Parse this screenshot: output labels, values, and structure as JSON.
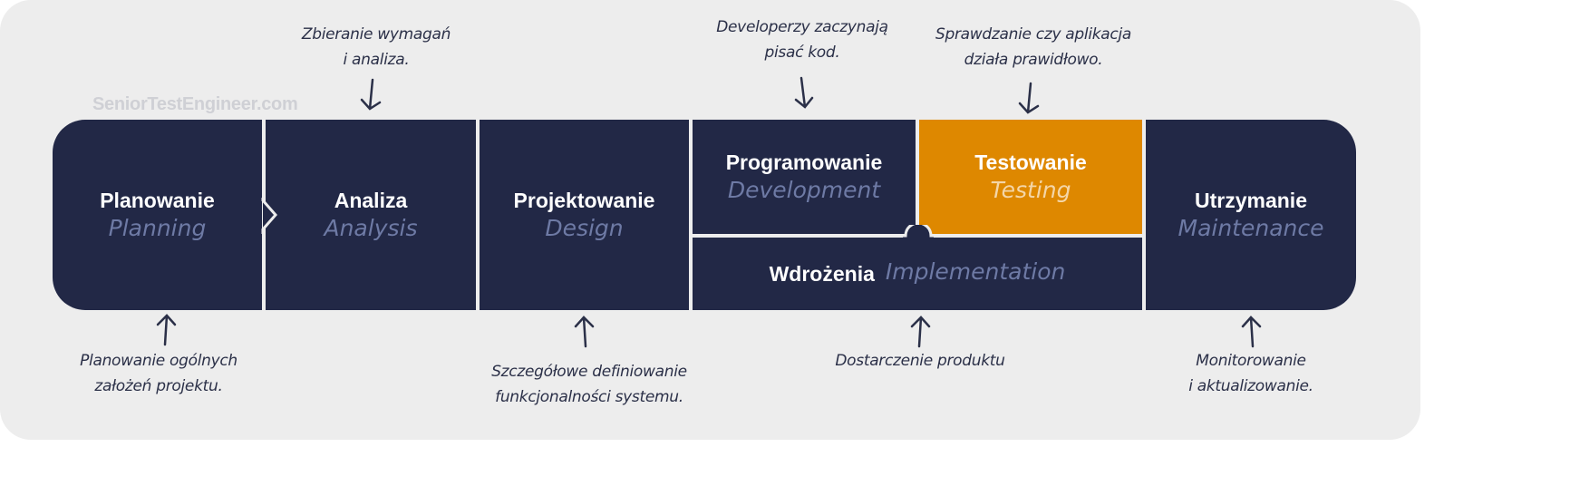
{
  "watermark": "SeniorTestEngineer.com",
  "colors": {
    "navy": "#222846",
    "accent": "#de8800",
    "background": "#ededed"
  },
  "phases": [
    {
      "title": "Planowanie",
      "subtitle": "Planning"
    },
    {
      "title": "Analiza",
      "subtitle": "Analysis"
    },
    {
      "title": "Projektowanie",
      "subtitle": "Design"
    },
    {
      "title": "Programowanie",
      "subtitle": "Development"
    },
    {
      "title": "Testowanie",
      "subtitle": "Testing"
    },
    {
      "title": "Wdrożenia",
      "subtitle": "Implementation"
    },
    {
      "title": "Utrzymanie",
      "subtitle": "Maintenance"
    }
  ],
  "notes": {
    "analysis": [
      "Zbieranie wymagań",
      "i analiza."
    ],
    "development": [
      "Developerzy zaczynają",
      "pisać kod."
    ],
    "testing": [
      "Sprawdzanie czy aplikacja",
      "działa prawidłowo."
    ],
    "planning": [
      "Planowanie ogólnych",
      "założeń projektu."
    ],
    "design": [
      "Szczegółowe definiowanie",
      "funkcjonalności systemu."
    ],
    "implementation": [
      "Dostarczenie produktu"
    ],
    "maintenance": [
      "Monitorowanie",
      "i aktualizowanie."
    ]
  }
}
